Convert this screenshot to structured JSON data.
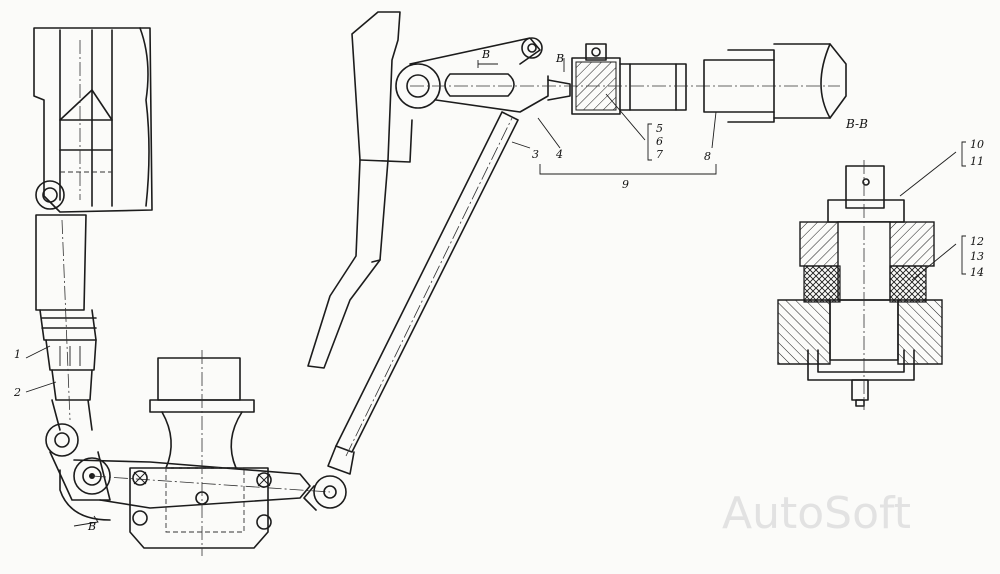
{
  "callouts": {
    "c1": "1",
    "c2": "2",
    "c3": "3",
    "c4": "4",
    "c5": "5",
    "c6": "6",
    "c7": "7",
    "c8": "8",
    "c9": "9",
    "c10": "10",
    "c11": "11",
    "c12": "12",
    "c13": "13",
    "c14": "14"
  },
  "section": {
    "title": "B-B",
    "marker_top": "B",
    "marker_side": "B",
    "marker_bottom": "B"
  },
  "watermark": "AutoSoft"
}
